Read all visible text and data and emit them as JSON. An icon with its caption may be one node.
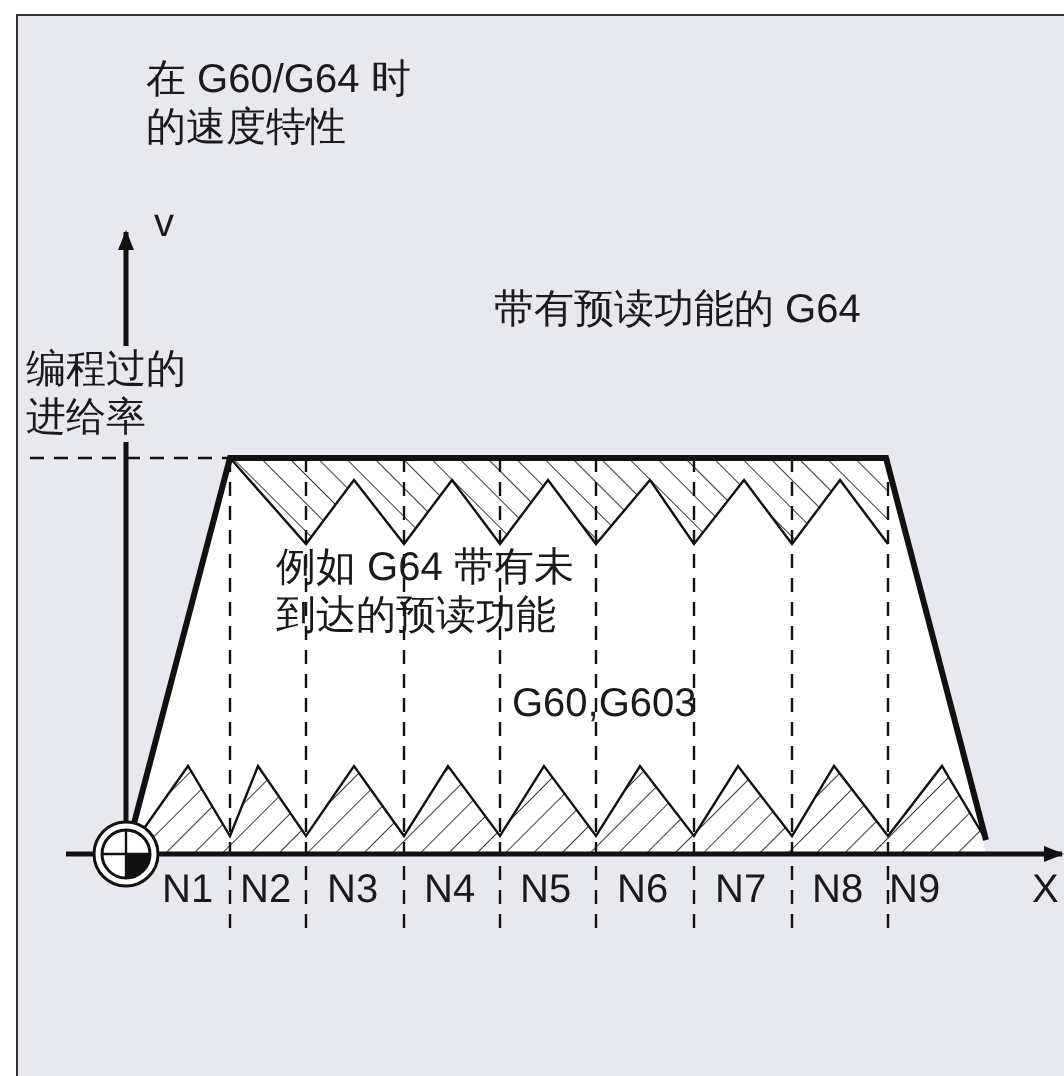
{
  "diagram": {
    "title": "在 G60/G64 时的速度特性",
    "labels": [
      "v",
      "带有预读功能的 G64",
      "编程过的进给率",
      "例如 G64 带有未到达的预读功能",
      "G60,G603",
      "N1",
      "N2",
      "N3",
      "N4",
      "N5",
      "N6",
      "N7",
      "N8",
      "N9",
      "X"
    ]
  }
}
